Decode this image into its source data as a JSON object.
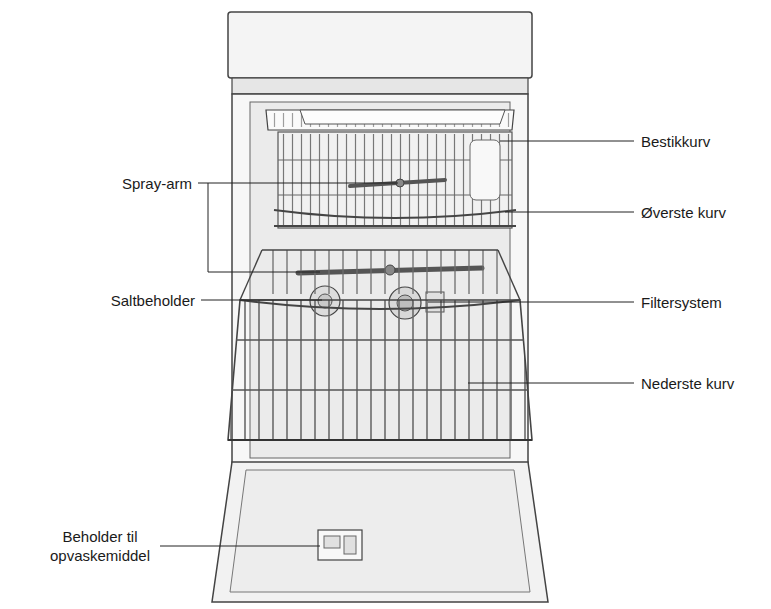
{
  "diagram": {
    "labels": [
      "Bestikkurv",
      "Spray-arm",
      "Øverste kurv",
      "Saltbeholder",
      "Filtersystem",
      "Nederste kurv",
      "Beholder til opvaskemiddel"
    ]
  }
}
